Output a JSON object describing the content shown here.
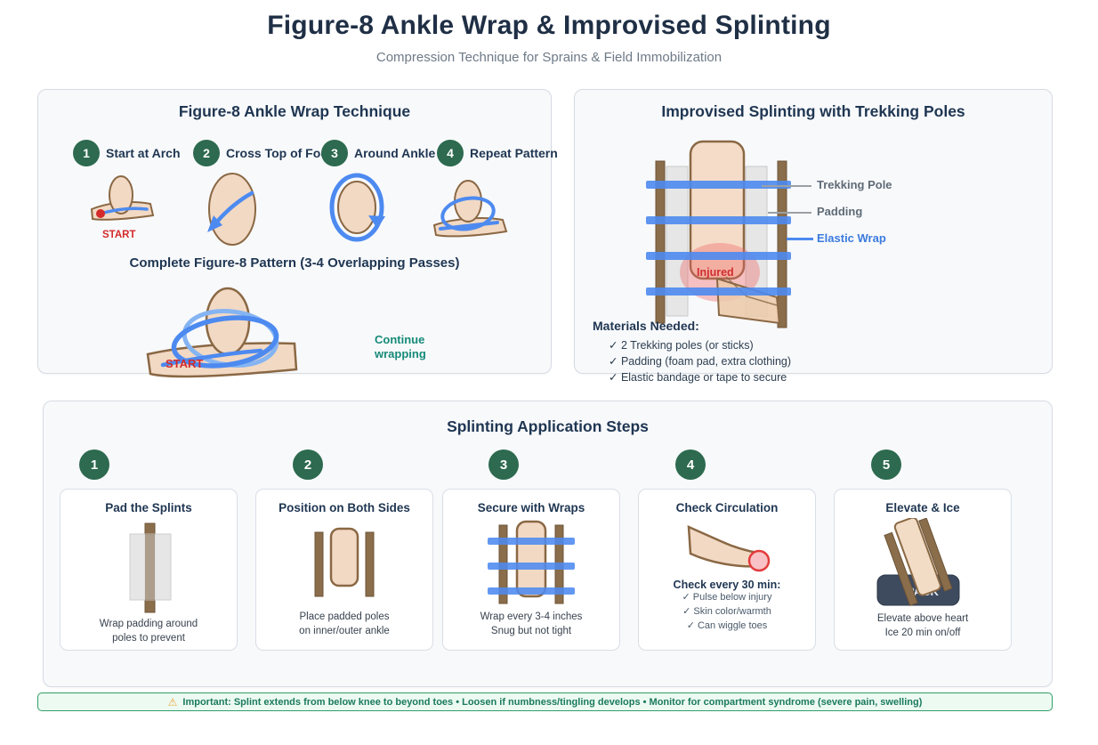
{
  "header": {
    "title": "Figure-8 Ankle Wrap & Improvised Splinting",
    "subtitle": "Compression Technique for Sprains & Field Immobilization"
  },
  "wrap_panel": {
    "title": "Figure-8 Ankle Wrap Technique",
    "steps": [
      {
        "num": "1",
        "label": "Start at Arch"
      },
      {
        "num": "2",
        "label": "Cross Top of Foot"
      },
      {
        "num": "3",
        "label": "Around Ankle"
      },
      {
        "num": "4",
        "label": "Repeat Pattern"
      }
    ],
    "start_label": "START",
    "pattern_caption": "Complete Figure-8 Pattern (3-4 Overlapping Passes)",
    "start_label_2": "START",
    "continue_line1": "Continue",
    "continue_line2": "wrapping"
  },
  "splint_panel": {
    "title": "Improvised Splinting with Trekking Poles",
    "injured_label": "Injured",
    "legend": [
      {
        "label": "Trekking Pole"
      },
      {
        "label": "Padding"
      },
      {
        "label": "Elastic Wrap"
      }
    ],
    "materials_title": "Materials Needed:",
    "materials": [
      "✓ 2 Trekking poles (or sticks)",
      "✓ Padding (foam pad, extra clothing)",
      "✓ Elastic bandage or tape to secure"
    ]
  },
  "steps_panel": {
    "title": "Splinting Application Steps",
    "cards": [
      {
        "num": "1",
        "title": "Pad the Splints",
        "caption1": "Wrap padding around",
        "caption2": "poles to prevent"
      },
      {
        "num": "2",
        "title": "Position on Both Sides",
        "caption1": "Place padded poles",
        "caption2": "on inner/outer ankle"
      },
      {
        "num": "3",
        "title": "Secure with Wraps",
        "caption1": "Wrap every 3-4 inches",
        "caption2": "Snug but not tight"
      },
      {
        "num": "4",
        "title": "Check Circulation",
        "check_title": "Check every 30 min:",
        "checks": [
          "✓ Pulse below injury",
          "✓ Skin color/warmth",
          "✓ Can wiggle toes"
        ]
      },
      {
        "num": "5",
        "title": "Elevate & Ice",
        "pack_label": "PACK",
        "caption1": "Elevate above heart",
        "caption2": "Ice 20 min on/off"
      }
    ]
  },
  "footer": {
    "warning_icon": "⚠",
    "text": "Important: Splint extends from below knee to beyond toes • Loosen if numbness/tingling develops • Monitor for compartment syndrome (severe pain, swelling)"
  },
  "colors": {
    "step_circle_green": "#2d6a4f",
    "wrap_blue": "#4d8af0",
    "skin_tan": "#f2d9c4",
    "pole_brown": "#8a6d4a",
    "injured_red": "#cf2e2e",
    "start_red": "#d42a2a",
    "continue_teal": "#168a78",
    "navy_text": "#1f3652",
    "footer_green": "#2f9e68",
    "elastic_label_blue": "#3b7bdd"
  }
}
